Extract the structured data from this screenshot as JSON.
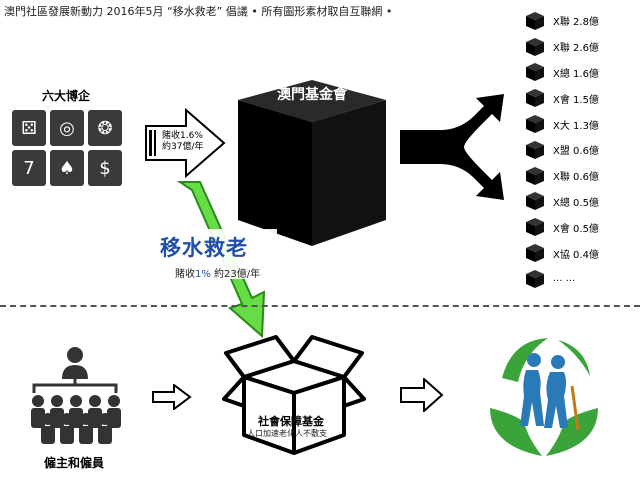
{
  "header": {
    "credit": "澳門社區發展新動力 2016年5月 “移水救老” 倡議 • 所有圖形素材取自互聯網 •"
  },
  "casinos": {
    "title": "六大博企",
    "tax_line1": "賭收1.6%",
    "tax_line2": "約37億/年"
  },
  "fund": {
    "label": "澳門基金會"
  },
  "slogan": {
    "title": "移水救老",
    "sub_prefix": "賭收",
    "sub_pct": "1%",
    "sub_suffix": " 約23億/年"
  },
  "recipients": [
    {
      "label": "X聯 2.8億"
    },
    {
      "label": "X聯 2.6億"
    },
    {
      "label": "X總 1.6億"
    },
    {
      "label": "X會 1.5億"
    },
    {
      "label": "X大 1.3億"
    },
    {
      "label": "X盟 0.6億"
    },
    {
      "label": "X聯 0.6億"
    },
    {
      "label": "X總 0.5億"
    },
    {
      "label": "X會 0.5億"
    },
    {
      "label": "X協 0.4億"
    },
    {
      "label": "... ..."
    }
  ],
  "bottom": {
    "employers_label": "僱主和僱員",
    "box_label": "社會保障基金",
    "box_sub": "人口加速老化人不敷支"
  },
  "colors": {
    "green_arrow": "#66dd44",
    "slogan_blue": "#1f4fa8",
    "elderly_blue": "#2a7ab8",
    "leaf_green": "#3aa33a"
  }
}
